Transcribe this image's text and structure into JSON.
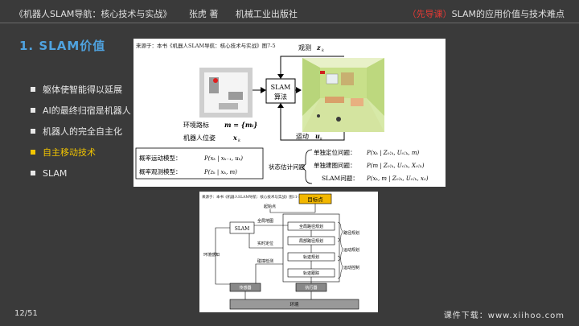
{
  "header": {
    "book": "《机器人SLAM导航：核心技术与实战》",
    "author": "张虎 著",
    "publisher": "机械工业出版社",
    "tag": "（先导课）",
    "topic": "SLAM的应用价值与技术难点"
  },
  "title": "1. SLAM价值",
  "bullets": [
    {
      "text": "躯体使智能得以延展",
      "highlight": false
    },
    {
      "text": "AI的最终归宿是机器人",
      "highlight": false
    },
    {
      "text": "机器人的完全自主化",
      "highlight": false
    },
    {
      "text": "自主移动技术",
      "highlight": true
    },
    {
      "text": "SLAM",
      "highlight": false
    }
  ],
  "figure1": {
    "source": "来源于：本书《机器人SLAM导航：核心技术与实战》图7-5",
    "observe_label": "观测",
    "slam_box_line1": "SLAM",
    "slam_box_line2": "算法",
    "map_label": "环境路标",
    "pose_label": "机器人位姿",
    "motion_label": "运动",
    "model1": "概率运动模型：",
    "model2": "概率观测模型：",
    "estimation_label": "状态估计问题",
    "problem1": "单独定位问题：",
    "problem2": "单独建图问题：",
    "problem3": "SLAM问题："
  },
  "figure2": {
    "source": "来源于：本书《机器人SLAM导航：核心技术与实战》图11-24",
    "target": "目标点",
    "start": "起始点",
    "global_map": "全局地图",
    "slam": "SLAM",
    "realtime": "实时定位",
    "collision": "碰撞检测",
    "env_sense": "环境感知",
    "global_plan": "全局路径规划",
    "local_plan": "局部路径规划",
    "traj_plan": "轨迹规划",
    "traj_track": "轨迹跟踪",
    "path_plan": "路径规划",
    "motion_plan": "运动规划",
    "motion_ctrl": "运动控制",
    "sensor": "传感器",
    "actuator": "执行器",
    "environment": "环境"
  },
  "footer": {
    "page": "12/51",
    "download": "课件下载：www.xiihoo.com"
  },
  "colors": {
    "title": "#4fa3e0",
    "highlight": "#f2c500",
    "tag": "#e53935"
  }
}
